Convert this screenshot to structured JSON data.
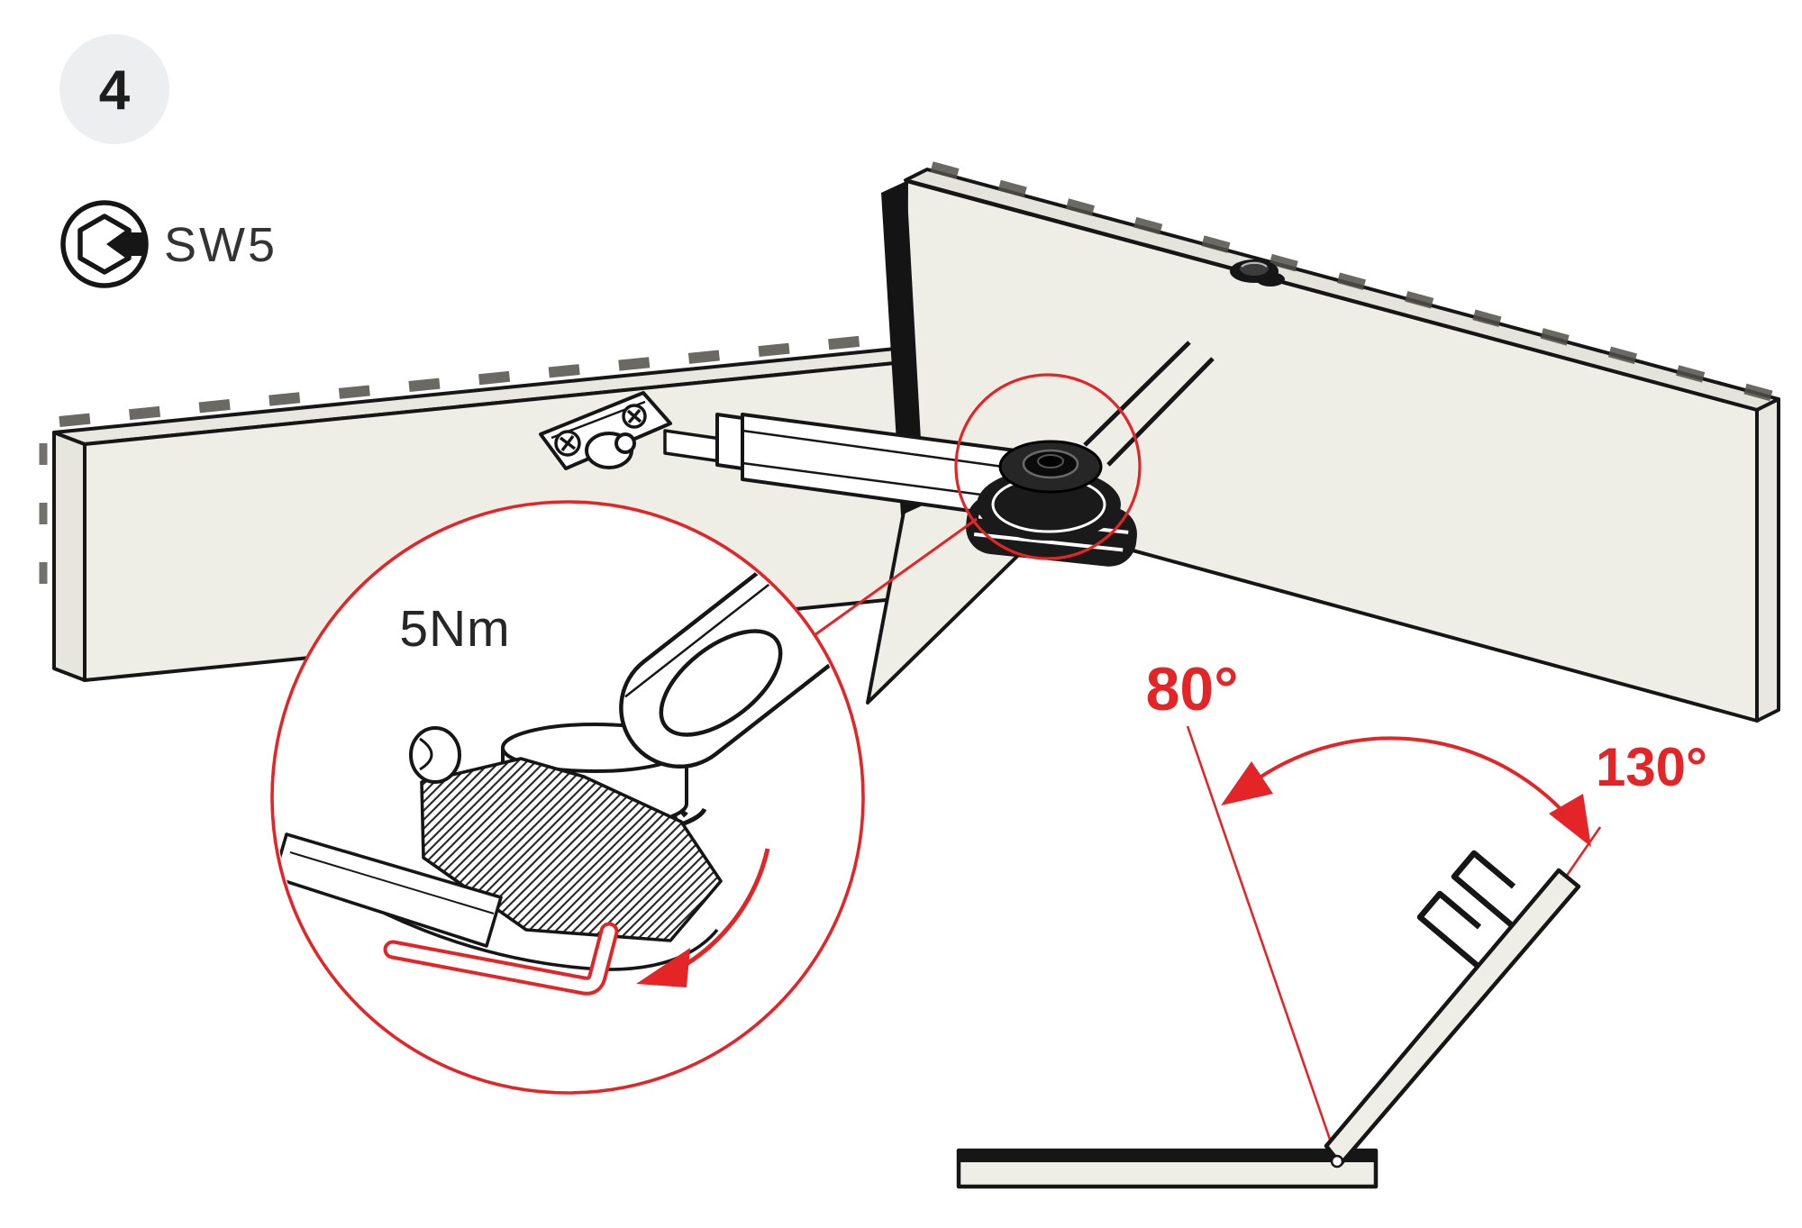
{
  "step_badge": {
    "number": "4"
  },
  "tool_indicator": {
    "icon": "hex-socket-icon",
    "label": "SW5"
  },
  "main_illustration": {
    "subject": "cabinet flap stay arm assembly",
    "detail_view": {
      "torque_label": "5Nm",
      "tool_icon": "allen-key-icon",
      "rotation_icon": "rotate-arrow-icon"
    },
    "callout_icon": "zoom-highlight-circle"
  },
  "angle_diagram": {
    "min_angle_label": "80°",
    "max_angle_label": "130°"
  },
  "colors": {
    "accent_red": "#e42527",
    "panel_fill": "#efeee6",
    "panel_shade": "#e5e4dc",
    "outline": "#161616",
    "badge_background": "#eceef0"
  }
}
